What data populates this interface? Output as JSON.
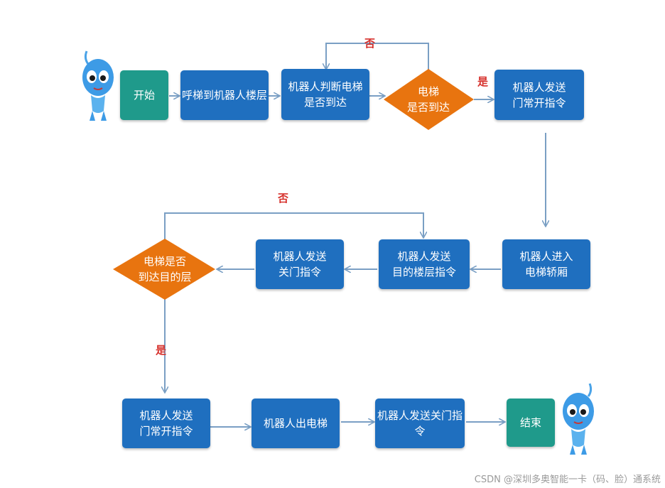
{
  "nodes": {
    "start": "开始",
    "call_elevator": "呼梯到机器人楼层",
    "robot_judge": "机器人判断电梯\n是否到达",
    "elevator_arrived": "电梯\n是否到达",
    "open_door_cmd_1": "机器人发送\n门常开指令",
    "enter_car": "机器人进入\n电梯轿厢",
    "send_floor_cmd": "机器人发送\n目的楼层指令",
    "close_door_cmd_1": "机器人发送\n关门指令",
    "reached_floor": "电梯是否\n到达目的层",
    "open_door_cmd_2": "机器人发送\n门常开指令",
    "exit_elevator": "机器人出电梯",
    "close_door_cmd_2": "机器人发送关门指令",
    "end": "结束"
  },
  "edge_labels": {
    "no_top": "否",
    "yes_top": "是",
    "no_middle": "否",
    "yes_left": "是"
  },
  "watermark": "CSDN @深圳多奥智能一卡（码、脸）通系统",
  "colors": {
    "node_blue": "#1f6fbf",
    "node_green": "#1f9a8b",
    "decision_orange": "#e8740f",
    "arrow": "#7a9fc4",
    "label_red": "#d6302b"
  }
}
